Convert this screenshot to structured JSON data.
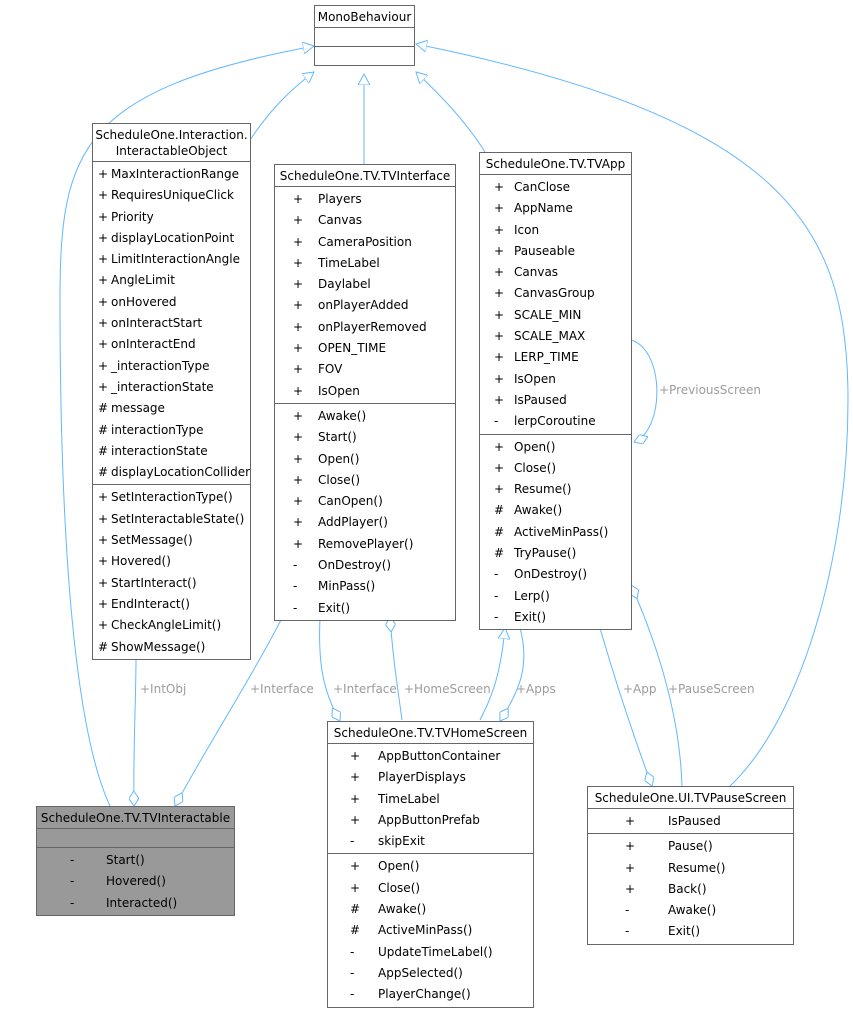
{
  "classes": [
    {
      "id": "mono",
      "name": "MonoBehaviour",
      "name_lines": [
        "MonoBehaviour"
      ],
      "highlight": false,
      "attributes": [],
      "operations": []
    },
    {
      "id": "interactable_object",
      "name": "ScheduleOne.Interaction.InteractableObject",
      "name_lines": [
        "ScheduleOne.Interaction.",
        "InteractableObject"
      ],
      "highlight": false,
      "attributes": [
        {
          "vis": "+",
          "name": "MaxInteractionRange"
        },
        {
          "vis": "+",
          "name": "RequiresUniqueClick"
        },
        {
          "vis": "+",
          "name": "Priority"
        },
        {
          "vis": "+",
          "name": "displayLocationPoint"
        },
        {
          "vis": "+",
          "name": "LimitInteractionAngle"
        },
        {
          "vis": "+",
          "name": "AngleLimit"
        },
        {
          "vis": "+",
          "name": "onHovered"
        },
        {
          "vis": "+",
          "name": "onInteractStart"
        },
        {
          "vis": "+",
          "name": "onInteractEnd"
        },
        {
          "vis": "+",
          "name": "_interactionType"
        },
        {
          "vis": "+",
          "name": "_interactionState"
        },
        {
          "vis": "#",
          "name": "message"
        },
        {
          "vis": "#",
          "name": "interactionType"
        },
        {
          "vis": "#",
          "name": "interactionState"
        },
        {
          "vis": "#",
          "name": "displayLocationCollider"
        }
      ],
      "operations": [
        {
          "vis": "+",
          "name": "SetInteractionType()"
        },
        {
          "vis": "+",
          "name": "SetInteractableState()"
        },
        {
          "vis": "+",
          "name": "SetMessage()"
        },
        {
          "vis": "+",
          "name": "Hovered()"
        },
        {
          "vis": "+",
          "name": "StartInteract()"
        },
        {
          "vis": "+",
          "name": "EndInteract()"
        },
        {
          "vis": "+",
          "name": "CheckAngleLimit()"
        },
        {
          "vis": "#",
          "name": "ShowMessage()"
        }
      ]
    },
    {
      "id": "tv_interface",
      "name": "ScheduleOne.TV.TVInterface",
      "name_lines": [
        "ScheduleOne.TV.TVInterface"
      ],
      "highlight": false,
      "attributes": [
        {
          "vis": "+",
          "name": "Players"
        },
        {
          "vis": "+",
          "name": "Canvas"
        },
        {
          "vis": "+",
          "name": "CameraPosition"
        },
        {
          "vis": "+",
          "name": "TimeLabel"
        },
        {
          "vis": "+",
          "name": "Daylabel"
        },
        {
          "vis": "+",
          "name": "onPlayerAdded"
        },
        {
          "vis": "+",
          "name": "onPlayerRemoved"
        },
        {
          "vis": "+",
          "name": "OPEN_TIME"
        },
        {
          "vis": "+",
          "name": "FOV"
        },
        {
          "vis": "+",
          "name": "IsOpen"
        }
      ],
      "operations": [
        {
          "vis": "+",
          "name": "Awake()"
        },
        {
          "vis": "+",
          "name": "Start()"
        },
        {
          "vis": "+",
          "name": "Open()"
        },
        {
          "vis": "+",
          "name": "Close()"
        },
        {
          "vis": "+",
          "name": "CanOpen()"
        },
        {
          "vis": "+",
          "name": "AddPlayer()"
        },
        {
          "vis": "+",
          "name": "RemovePlayer()"
        },
        {
          "vis": "-",
          "name": "OnDestroy()"
        },
        {
          "vis": "-",
          "name": "MinPass()"
        },
        {
          "vis": "-",
          "name": "Exit()"
        }
      ]
    },
    {
      "id": "tv_app",
      "name": "ScheduleOne.TV.TVApp",
      "name_lines": [
        "ScheduleOne.TV.TVApp"
      ],
      "highlight": false,
      "attributes": [
        {
          "vis": "+",
          "name": "CanClose"
        },
        {
          "vis": "+",
          "name": "AppName"
        },
        {
          "vis": "+",
          "name": "Icon"
        },
        {
          "vis": "+",
          "name": "Pauseable"
        },
        {
          "vis": "+",
          "name": "Canvas"
        },
        {
          "vis": "+",
          "name": "CanvasGroup"
        },
        {
          "vis": "+",
          "name": "SCALE_MIN"
        },
        {
          "vis": "+",
          "name": "SCALE_MAX"
        },
        {
          "vis": "+",
          "name": "LERP_TIME"
        },
        {
          "vis": "+",
          "name": "IsOpen"
        },
        {
          "vis": "+",
          "name": "IsPaused"
        },
        {
          "vis": "-",
          "name": "lerpCoroutine"
        }
      ],
      "operations": [
        {
          "vis": "+",
          "name": "Open()"
        },
        {
          "vis": "+",
          "name": "Close()"
        },
        {
          "vis": "+",
          "name": "Resume()"
        },
        {
          "vis": "#",
          "name": "Awake()"
        },
        {
          "vis": "#",
          "name": "ActiveMinPass()"
        },
        {
          "vis": "#",
          "name": "TryPause()"
        },
        {
          "vis": "-",
          "name": "OnDestroy()"
        },
        {
          "vis": "-",
          "name": "Lerp()"
        },
        {
          "vis": "-",
          "name": "Exit()"
        }
      ]
    },
    {
      "id": "tv_interactable",
      "name": "ScheduleOne.TV.TVInteractable",
      "name_lines": [
        "ScheduleOne.TV.TVInteractable"
      ],
      "highlight": true,
      "attributes": [],
      "operations": [
        {
          "vis": "-",
          "name": "Start()"
        },
        {
          "vis": "-",
          "name": "Hovered()"
        },
        {
          "vis": "-",
          "name": "Interacted()"
        }
      ]
    },
    {
      "id": "tv_home_screen",
      "name": "ScheduleOne.TV.TVHomeScreen",
      "name_lines": [
        "ScheduleOne.TV.TVHomeScreen"
      ],
      "highlight": false,
      "attributes": [
        {
          "vis": "+",
          "name": "AppButtonContainer"
        },
        {
          "vis": "+",
          "name": "PlayerDisplays"
        },
        {
          "vis": "+",
          "name": "TimeLabel"
        },
        {
          "vis": "+",
          "name": "AppButtonPrefab"
        },
        {
          "vis": "-",
          "name": "skipExit"
        }
      ],
      "operations": [
        {
          "vis": "+",
          "name": "Open()"
        },
        {
          "vis": "+",
          "name": "Close()"
        },
        {
          "vis": "#",
          "name": "Awake()"
        },
        {
          "vis": "#",
          "name": "ActiveMinPass()"
        },
        {
          "vis": "-",
          "name": "UpdateTimeLabel()"
        },
        {
          "vis": "-",
          "name": "AppSelected()"
        },
        {
          "vis": "-",
          "name": "PlayerChange()"
        }
      ]
    },
    {
      "id": "tv_pause_screen",
      "name": "ScheduleOne.UI.TVPauseScreen",
      "name_lines": [
        "ScheduleOne.UI.TVPauseScreen"
      ],
      "highlight": false,
      "attributes": [
        {
          "vis": "+",
          "name": "IsPaused"
        }
      ],
      "operations": [
        {
          "vis": "+",
          "name": "Pause()"
        },
        {
          "vis": "+",
          "name": "Resume()"
        },
        {
          "vis": "+",
          "name": "Back()"
        },
        {
          "vis": "-",
          "name": "Awake()"
        },
        {
          "vis": "-",
          "name": "Exit()"
        }
      ]
    }
  ],
  "relations": [
    {
      "from": "interactable_object",
      "to": "mono",
      "kind": "inheritance"
    },
    {
      "from": "tv_interface",
      "to": "mono",
      "kind": "inheritance"
    },
    {
      "from": "tv_app",
      "to": "mono",
      "kind": "inheritance"
    },
    {
      "from": "tv_interactable",
      "to": "mono",
      "kind": "inheritance"
    },
    {
      "from": "tv_pause_screen",
      "to": "mono",
      "kind": "inheritance"
    },
    {
      "from": "tv_home_screen",
      "to": "tv_app",
      "kind": "inheritance"
    },
    {
      "from": "interactable_object",
      "to": "tv_interactable",
      "kind": "aggregation",
      "label": "+IntObj"
    },
    {
      "from": "tv_interface",
      "to": "tv_interactable",
      "kind": "aggregation",
      "label": "+Interface"
    },
    {
      "from": "tv_interface",
      "to": "tv_home_screen",
      "kind": "aggregation",
      "label": "+Interface"
    },
    {
      "from": "tv_home_screen",
      "to": "tv_interface",
      "kind": "aggregation",
      "label": "+HomeScreen"
    },
    {
      "from": "tv_app",
      "to": "tv_home_screen",
      "kind": "aggregation",
      "label": "+Apps"
    },
    {
      "from": "tv_app",
      "to": "tv_app",
      "kind": "aggregation",
      "label": "+PreviousScreen"
    },
    {
      "from": "tv_app",
      "to": "tv_pause_screen",
      "kind": "aggregation",
      "label": "+App"
    },
    {
      "from": "tv_pause_screen",
      "to": "tv_app",
      "kind": "aggregation",
      "label": "+PauseScreen"
    }
  ],
  "colors": {
    "edge": "#63b8ff",
    "edge_label": "#9c9c9c",
    "box_border": "#666666",
    "highlight_fill": "#999999"
  }
}
